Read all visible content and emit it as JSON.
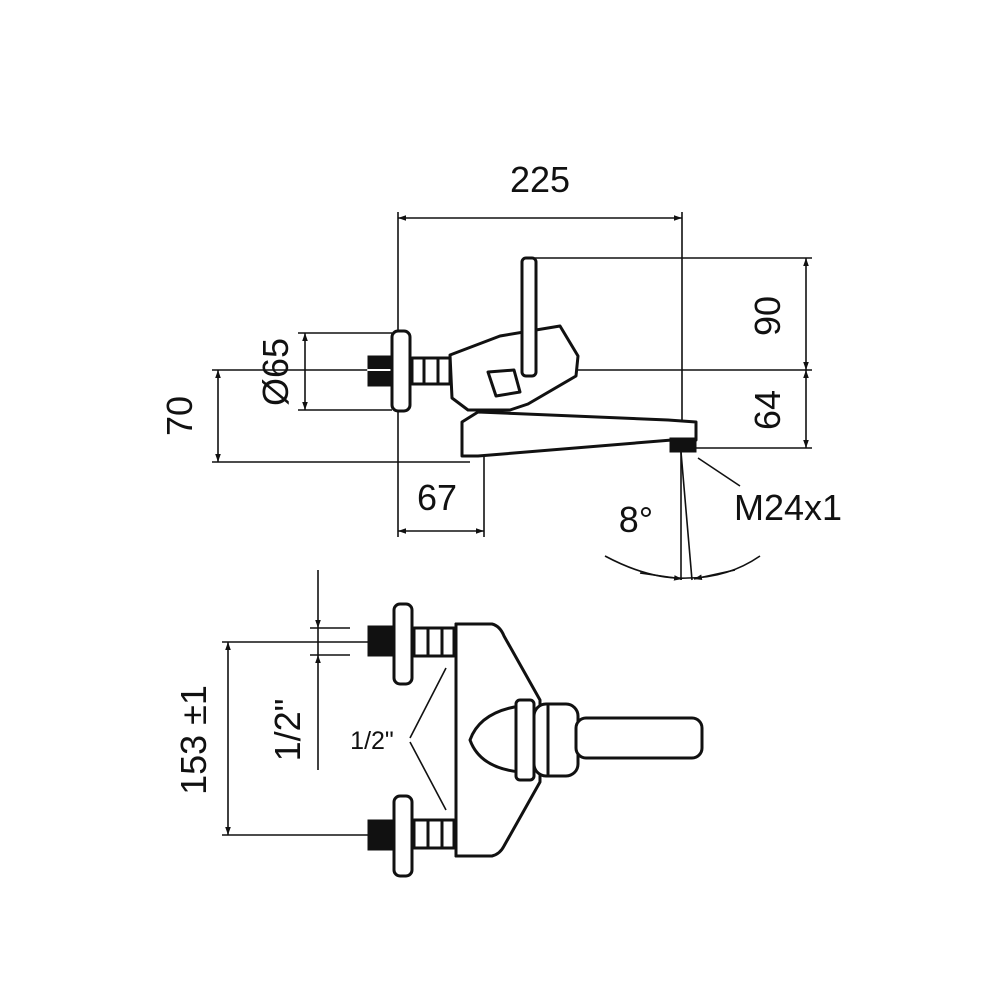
{
  "dimensions": {
    "overall_projection": "225",
    "lever_height": "90",
    "spout_drop": "64",
    "flange_diameter": "Ø65",
    "wall_to_spout": "70",
    "wall_to_body": "67",
    "swivel_angle": "8°",
    "outlet_thread": "M24x1",
    "inlet_centres": "153 ±1",
    "inlet_thread": "1/2\"",
    "connection_thread": "1/2\""
  }
}
